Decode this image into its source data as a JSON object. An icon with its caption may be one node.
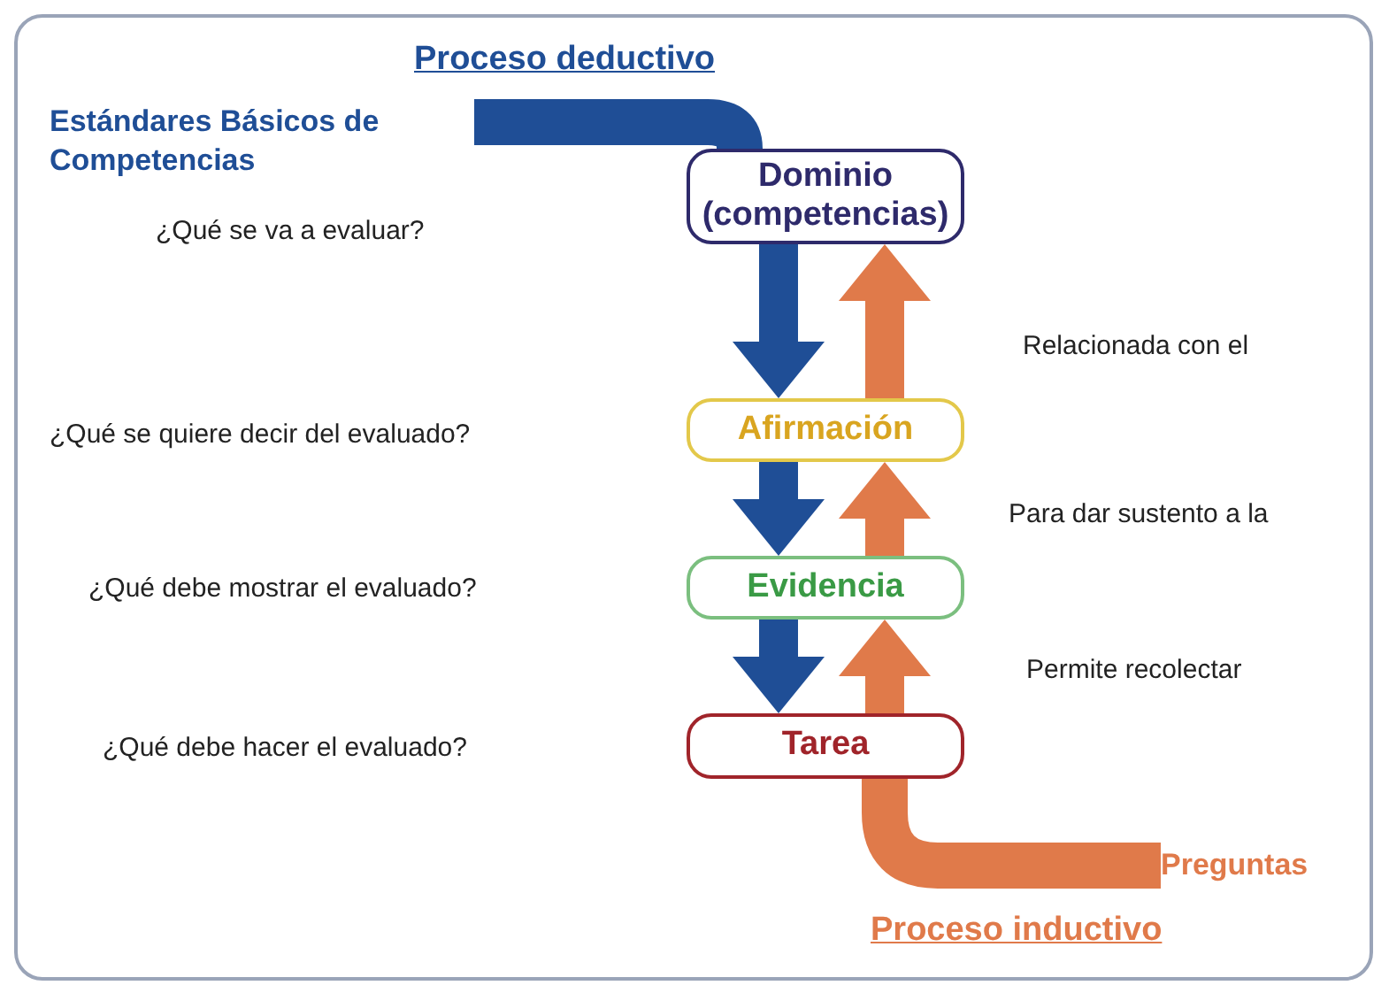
{
  "diagram": {
    "title": "Proceso deductivo",
    "nodes": [
      {
        "text": [
          "Estándares Básicos de Competencias"
        ]
      },
      {
        "text": [
          "Dominio (competencias)"
        ]
      },
      {
        "text": [
          "Afirmación"
        ]
      },
      {
        "text": [
          "Evidencia"
        ]
      },
      {
        "text": [
          "Tarea"
        ]
      },
      {
        "text": [
          "Preguntas"
        ]
      }
    ],
    "edges": [
      {
        "from": 0,
        "to": 1,
        "arrow": "none",
        "color": "#1f4e96"
      },
      {
        "from": 1,
        "to": 2,
        "arrow": "to",
        "color": "#1f4e96"
      },
      {
        "from": 2,
        "to": 3,
        "arrow": "to",
        "color": "#1f4e96"
      },
      {
        "from": 3,
        "to": 4,
        "arrow": "to",
        "color": "#1f4e96"
      },
      {
        "from": 5,
        "to": 4,
        "arrow": "none",
        "color": "#e07a4a"
      },
      {
        "from": 4,
        "to": 3,
        "arrow": "to",
        "color": "#e07a4a"
      },
      {
        "from": 3,
        "to": 2,
        "arrow": "to",
        "color": "#e07a4a"
      },
      {
        "from": 2,
        "to": 1,
        "arrow": "to",
        "color": "#e07a4a"
      }
    ],
    "labels": [
      "¿Qué se va a evaluar?",
      "Relacionada con el",
      "¿Qué se quiere decir del evaluado?",
      "Para dar sustento a la",
      "¿Qué debe mostrar el evaluado?",
      "Permite recolectar",
      "¿Qué debe hacer el evaluado?",
      "Proceso inductivo"
    ]
  }
}
